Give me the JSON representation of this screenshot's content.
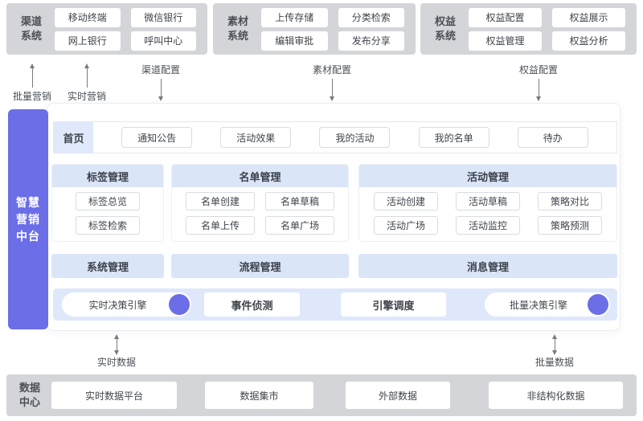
{
  "systems": [
    {
      "name": "渠道系统",
      "items": [
        "移动终端",
        "微信银行",
        "网上银行",
        "呼叫中心"
      ]
    },
    {
      "name": "素材系统",
      "items": [
        "上传存储",
        "分类检索",
        "编辑审批",
        "发布分享"
      ]
    },
    {
      "name": "权益系统",
      "items": [
        "权益配置",
        "权益展示",
        "权益管理",
        "权益分析"
      ]
    }
  ],
  "top_flows": [
    {
      "label": "批量营销",
      "direction": "up"
    },
    {
      "label": "实时营销",
      "direction": "up"
    },
    {
      "label": "渠道配置",
      "direction": "down"
    },
    {
      "label": "素材配置",
      "direction": "down"
    },
    {
      "label": "权益配置",
      "direction": "down"
    }
  ],
  "platform": {
    "title": "智慧营销中台",
    "nav": {
      "home": "首页",
      "items": [
        "通知公告",
        "活动效果",
        "我的活动",
        "我的名单",
        "待办"
      ]
    },
    "sections": [
      {
        "title": "标签管理",
        "items": [
          "标签总览",
          "标签检索"
        ]
      },
      {
        "title": "名单管理",
        "items": [
          "名单创建",
          "名单草稿",
          "名单上传",
          "名单广场"
        ]
      },
      {
        "title": "活动管理",
        "items": [
          "活动创建",
          "活动草稿",
          "策略对比",
          "活动广场",
          "活动监控",
          "策略预测"
        ]
      }
    ],
    "manage_row": [
      "系统管理",
      "流程管理",
      "消息管理"
    ],
    "engines": [
      {
        "label": "实时决策引擎",
        "shape": "pill",
        "dot": true
      },
      {
        "label": "事件侦测",
        "shape": "rect",
        "dot": false
      },
      {
        "label": "引擎调度",
        "shape": "rect",
        "dot": false
      },
      {
        "label": "批量决策引擎",
        "shape": "pill",
        "dot": true
      }
    ]
  },
  "bottom_flows": [
    {
      "label": "实时数据",
      "direction": "both"
    },
    {
      "label": "批量数据",
      "direction": "both"
    }
  ],
  "data_center": {
    "name": "数据中心",
    "items": [
      "实时数据平台",
      "数据集市",
      "外部数据",
      "非结构化数据"
    ]
  },
  "colors": {
    "purple": "#6b6ee6",
    "light_blue": "#dbe5f8",
    "gray": "#d3d5d9"
  }
}
